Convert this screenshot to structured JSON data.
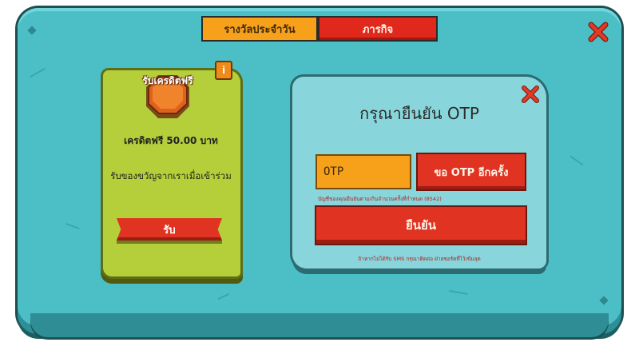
{
  "tabs": [
    {
      "label": "รางวัลประจำวัน",
      "active": true
    },
    {
      "label": "ภารกิจ",
      "active": false
    }
  ],
  "bonus_card": {
    "badge_label": "รับเครดิตฟรี",
    "credit_text": "เครดิตฟรี 50.00 บาท",
    "welcome_text": "รับของขวัญจากเราเมื่อเข้าร่วม",
    "claim_label": "รับ",
    "info_icon": "info-icon"
  },
  "otp": {
    "title": "กรุณายืนยัน OTP",
    "input_value": "OTP",
    "resend_label": "ขอ OTP อีกครั้ง",
    "note": "บัญชีของคุณยืนยันตามเกินจำนวนครั้งที่กำหนด (8542)",
    "confirm_label": "ยืนยัน",
    "help_text": "ถ้าหากไม่ได้รับ SMS กรุณาติดต่อ ฝ่ายซอร์ตที่ไว้เข้มลุด"
  },
  "colors": {
    "board": "#4cbfc6",
    "panel": "#88d6dc",
    "card": "#b4cf3a",
    "button_red": "#e13322",
    "tab_orange": "#f7a11a"
  },
  "icons": {
    "close": "close-x-icon"
  }
}
